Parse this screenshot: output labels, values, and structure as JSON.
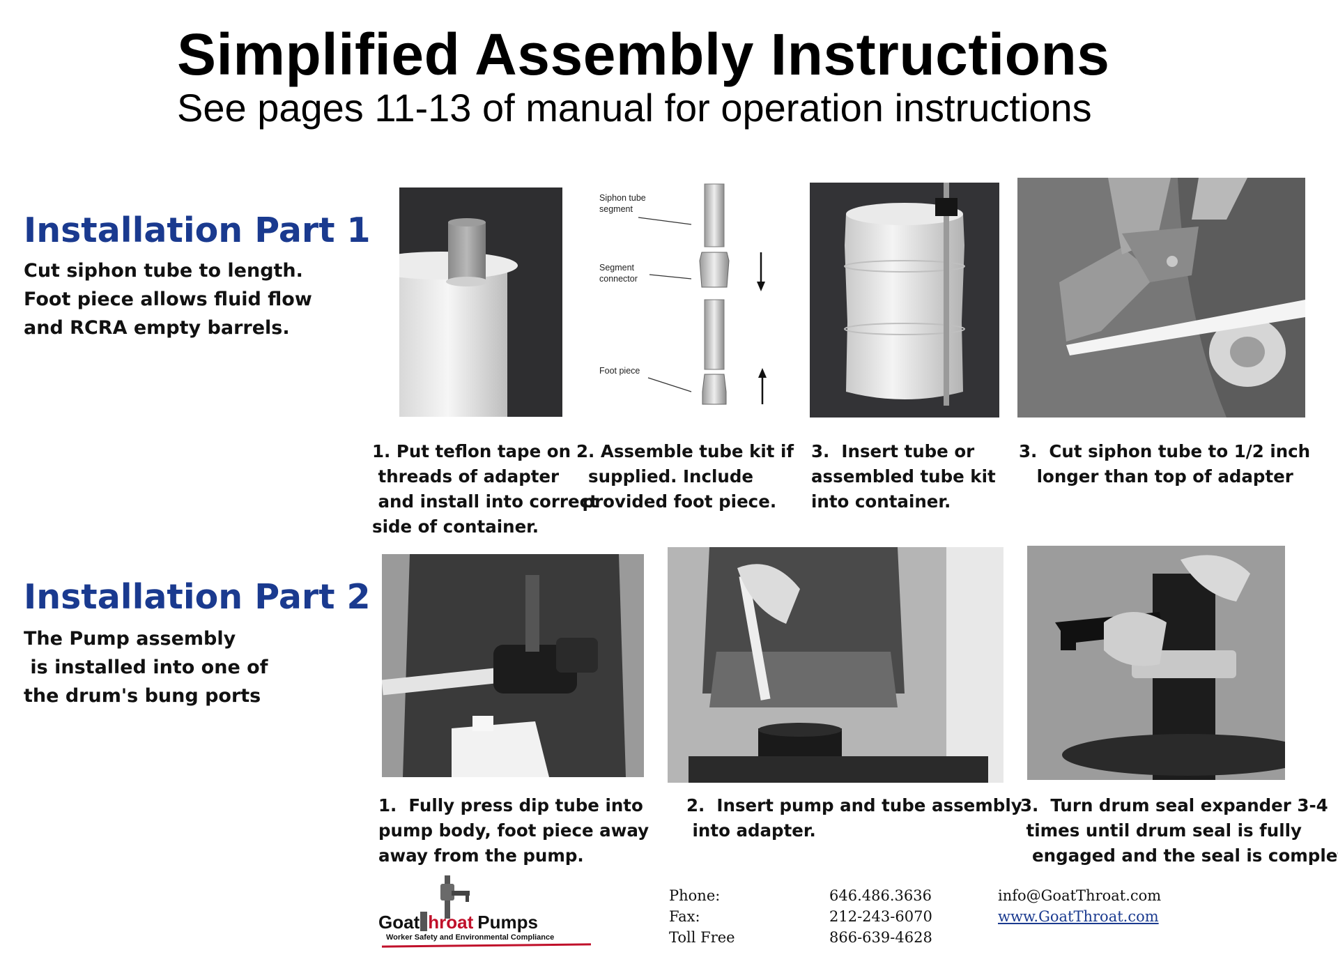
{
  "header": {
    "title": "Simplified Assembly Instructions",
    "subtitle": "See pages 11-13 of manual for operation instructions"
  },
  "part1": {
    "heading": "Installation Part 1",
    "description_lines": [
      "Cut siphon tube to length.",
      "Foot piece allows fluid flow",
      "and RCRA empty barrels."
    ],
    "diagram_labels": {
      "siphon_tube_segment_line1": "Siphon tube",
      "siphon_tube_segment_line2": "segment",
      "segment_connector_line1": "Segment",
      "segment_connector_line2": "connector",
      "foot_piece": "Foot piece"
    },
    "steps": [
      {
        "lines": [
          "1. Put teflon tape on",
          " threads of adapter",
          " and install into correct",
          "side of container."
        ]
      },
      {
        "lines": [
          "2. Assemble tube kit if",
          "  supplied. Include",
          " provided foot piece."
        ]
      },
      {
        "lines": [
          "3.  Insert tube or",
          "assembled tube kit",
          "into container."
        ]
      },
      {
        "lines": [
          "3.  Cut siphon tube to 1/2 inch",
          "   longer than top of adapter"
        ]
      }
    ]
  },
  "part2": {
    "heading": "Installation Part 2",
    "description_lines": [
      "The Pump assembly",
      " is installed into one of",
      "the drum's bung ports"
    ],
    "steps": [
      {
        "lines": [
          "1.  Fully press dip tube into",
          "pump body, foot piece away",
          "away from the pump."
        ]
      },
      {
        "lines": [
          "2.  Insert pump and tube assembly",
          " into adapter."
        ]
      },
      {
        "lines": [
          "3.  Turn drum seal expander 3-4",
          " times until drum seal is fully",
          "  engaged and the seal is complete"
        ]
      }
    ]
  },
  "footer": {
    "logo": {
      "brand_goat": "Goat",
      "brand_throat": "hroat",
      "brand_pumps": "Pumps",
      "tagline": "Worker Safety and Environmental Compliance"
    },
    "contact_labels": [
      "Phone:",
      "Fax:",
      "Toll Free"
    ],
    "contact_values": [
      "646.486.3636",
      "212-243-6070",
      "866-639-4628"
    ],
    "email": "info@GoatThroat.com",
    "website": "www.GoatThroat.com"
  },
  "colors": {
    "heading_blue": "#1a3a8f",
    "logo_red": "#c0102a"
  }
}
